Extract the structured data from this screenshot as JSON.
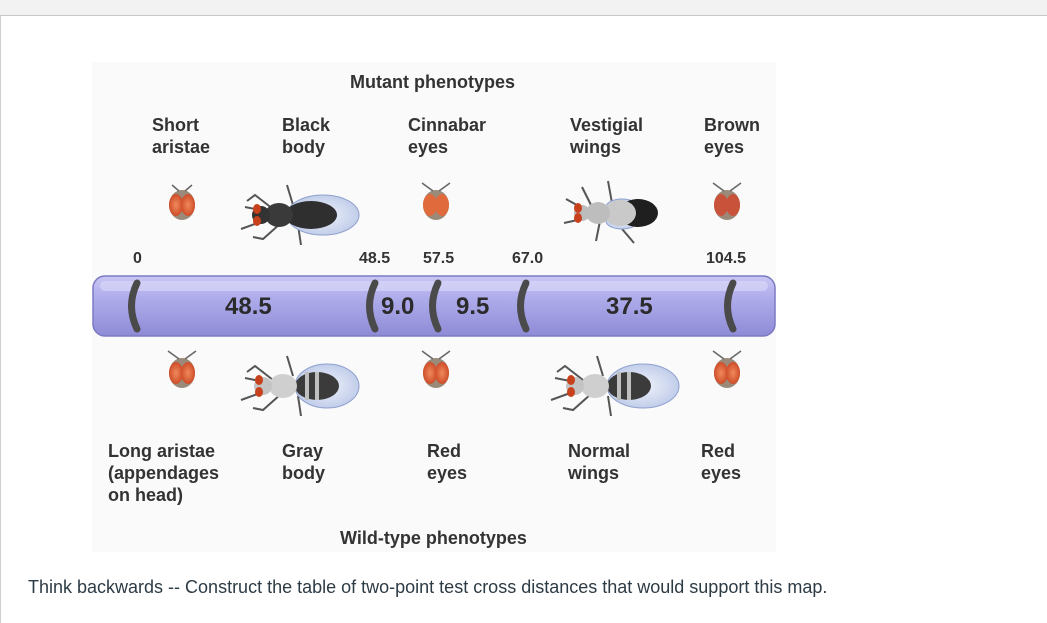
{
  "mutant_heading": "Mutant phenotypes",
  "wildtype_heading": "Wild-type phenotypes",
  "mutant_labels": {
    "aristae": "Short\naristae",
    "body": "Black\nbody",
    "eyes_cinnabar": "Cinnabar\neyes",
    "wings": "Vestigial\nwings",
    "eyes_brown": "Brown\neyes"
  },
  "wildtype_labels": {
    "aristae": "Long aristae\n(appendages\non head)",
    "body": "Gray\nbody",
    "eyes_red1": "Red\neyes",
    "wings": "Normal\nwings",
    "eyes_red2": "Red\neyes"
  },
  "positions": [
    "0",
    "48.5",
    "57.5",
    "67.0",
    "104.5"
  ],
  "distances": [
    "48.5",
    "9.0",
    "9.5",
    "37.5"
  ],
  "caption": "Think backwards -- Construct the table of two-point test cross distances that would support this map.",
  "colors": {
    "chromosome": "#a9a6e6",
    "band": "#555555",
    "eye": "#d9532b"
  }
}
